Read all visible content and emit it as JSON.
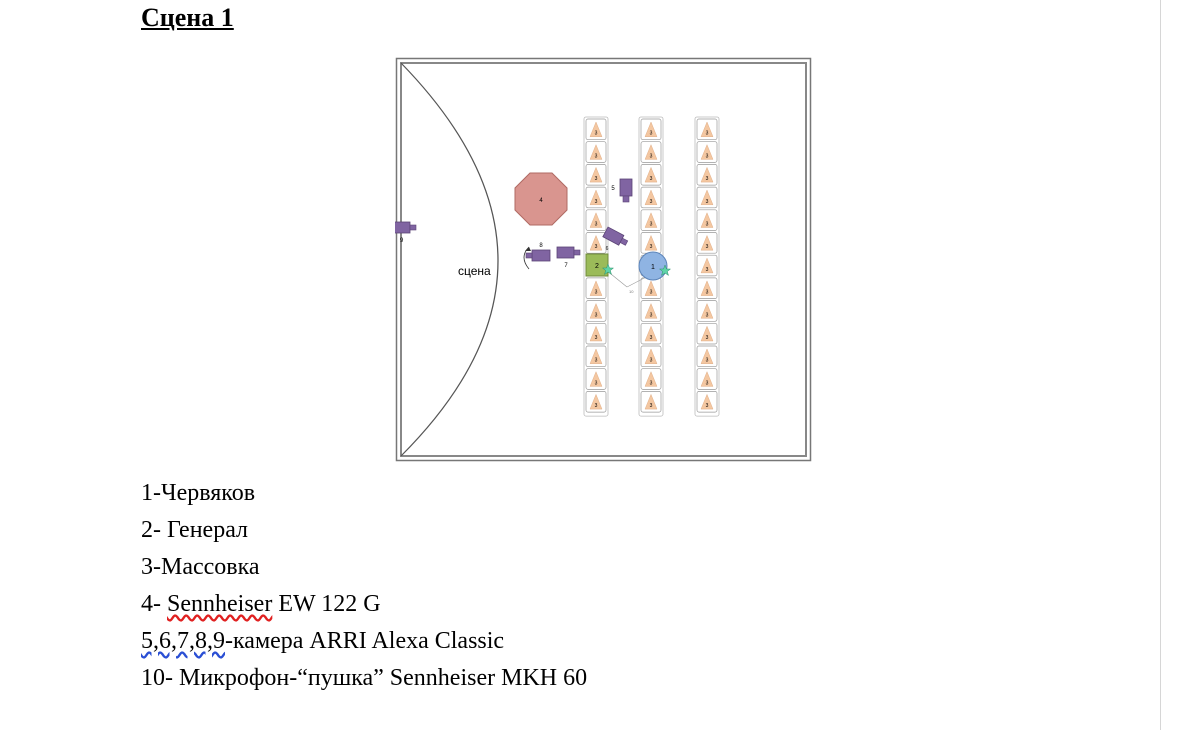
{
  "document": {
    "heading": "Сцена 1"
  },
  "diagram": {
    "stage_label": "сцена",
    "actor_1": "1",
    "actor_2": "2",
    "extras_label": "3",
    "microphone_4": "4",
    "camera_5": "5",
    "camera_6": "6",
    "camera_7": "7",
    "camera_8": "8",
    "camera_9": "9",
    "boom_mic_10": "10",
    "colors": {
      "frame": "#777777",
      "microphone": "#d9958f",
      "actor_1": "#8fb4e3",
      "actor_2": "#9bbb59",
      "camera": "#8064a2",
      "extras": "#f4c7a1",
      "star": "#5fd3a8"
    }
  },
  "legend": {
    "line1": "1-Червяков",
    "line2": "2- Генерал",
    "line3": "3-Массовка",
    "line4_prefix": "4- ",
    "line4_brand": "Sennheiser",
    "line4_rest": " EW 122 G",
    "line5_prefix": "5,6,7,8,9",
    "line5_rest": "-камера ARRI Alexa Classic",
    "line6": "10- Микрофон-“пушка” Sennheiser MKH 60"
  }
}
